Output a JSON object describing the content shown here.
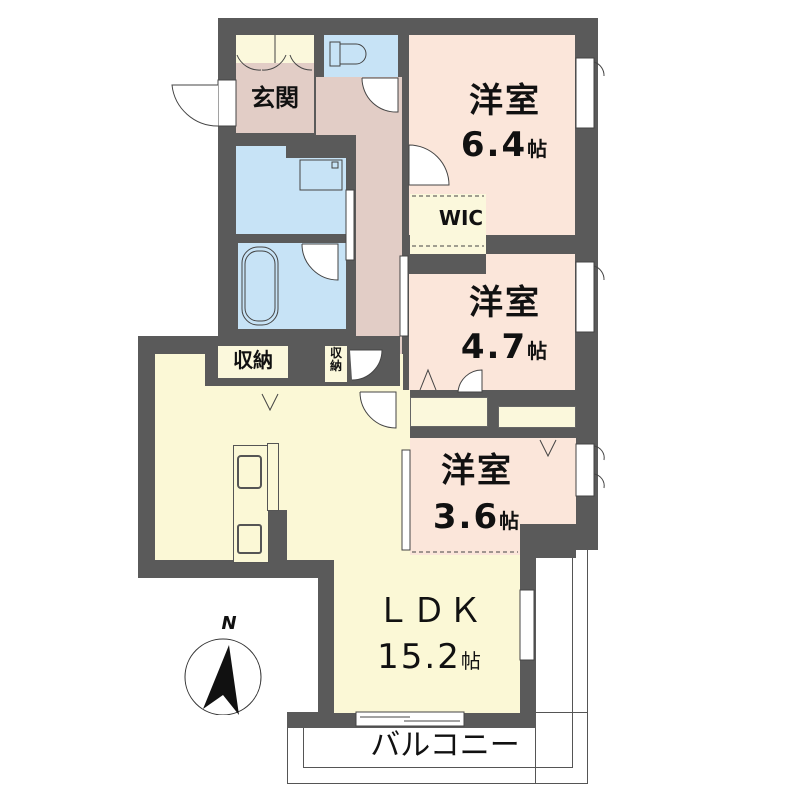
{
  "floor_plan": {
    "colors": {
      "wall": "#5a5a5a",
      "western_room": "#fbe6da",
      "ldk": "#fbf8d6",
      "wet_area": "#c7e3f6",
      "hall": "#e2cdc6",
      "storage": "#fbf8dc"
    },
    "rooms": {
      "entrance": {
        "name": "玄関"
      },
      "western_1": {
        "name": "洋室",
        "size": "6.4",
        "unit": "帖"
      },
      "wic": {
        "name": "WIC"
      },
      "western_2": {
        "name": "洋室",
        "size": "4.7",
        "unit": "帖"
      },
      "western_3": {
        "name": "洋室",
        "size": "3.6",
        "unit": "帖"
      },
      "storage_1": {
        "name": "収納"
      },
      "storage_2": {
        "name": "収\n納"
      },
      "ldk": {
        "name": "ＬＤＫ",
        "size": "15.2",
        "unit": "帖"
      },
      "balcony": {
        "name": "バルコニー"
      }
    },
    "compass": {
      "label": "N",
      "icon": "north-arrow-icon"
    }
  }
}
